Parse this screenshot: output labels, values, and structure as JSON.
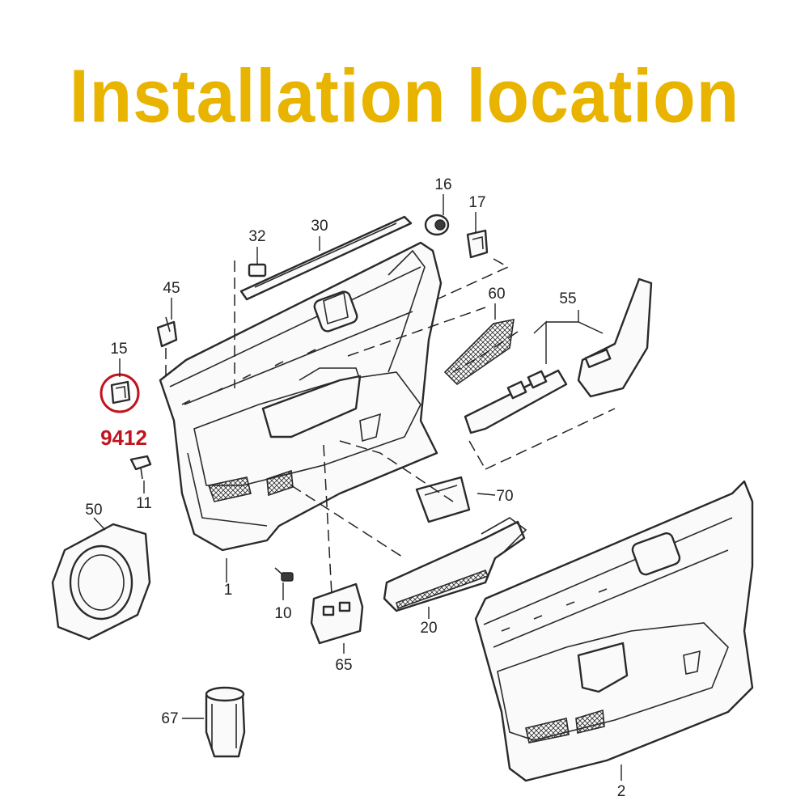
{
  "title": "Installation location",
  "highlight": {
    "part_number": "9412",
    "color": "#c0141e"
  },
  "title_color": "#e8b400",
  "callouts": [
    "1",
    "2",
    "10",
    "11",
    "15",
    "16",
    "17",
    "20",
    "30",
    "32",
    "45",
    "50",
    "55",
    "60",
    "65",
    "67",
    "70"
  ]
}
